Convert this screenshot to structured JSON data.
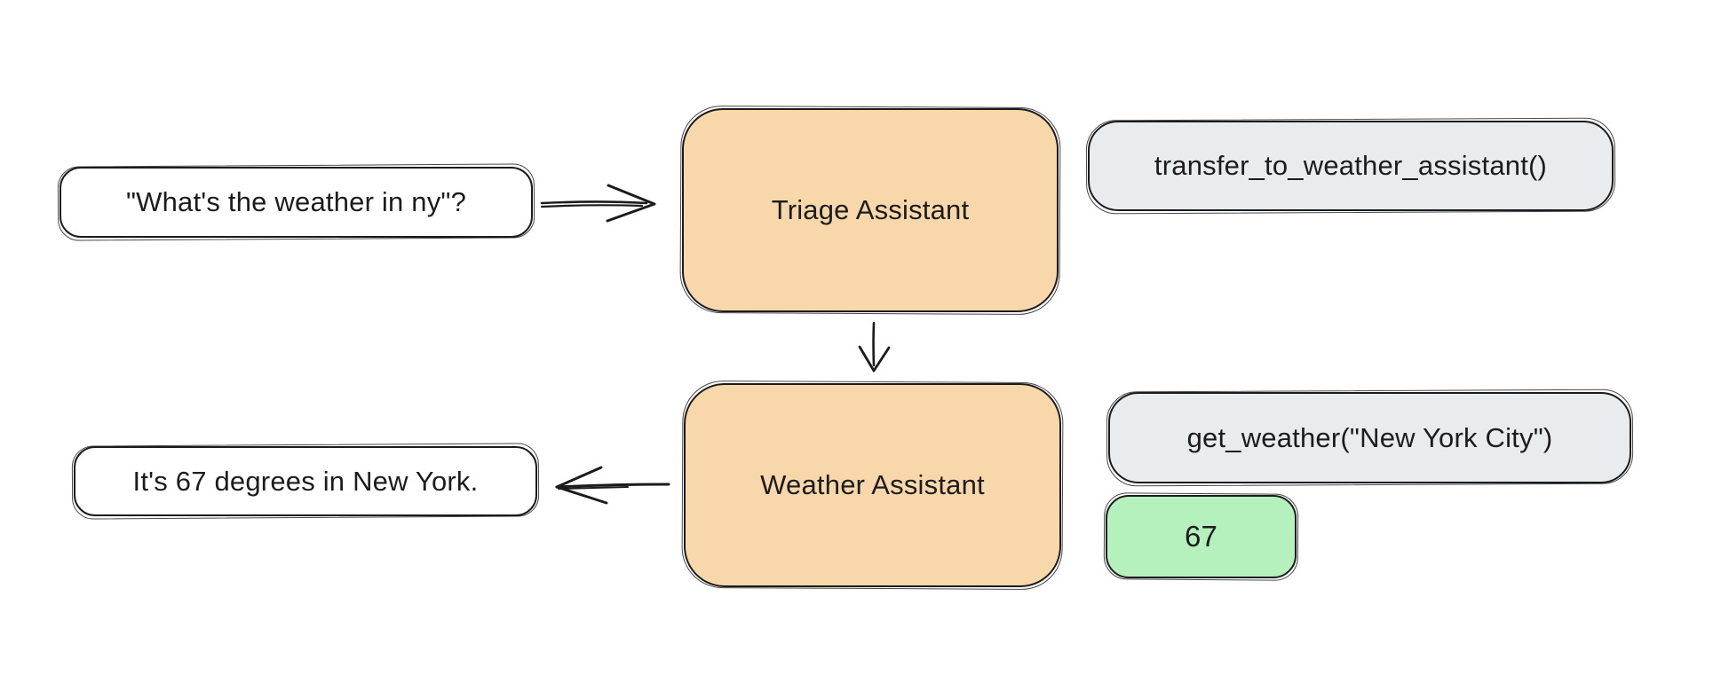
{
  "diagram": {
    "title": "agent-handoff-flow",
    "colors": {
      "agent_fill": "#f8d8aa",
      "tool_fill": "#e9ecef",
      "result_fill": "#b5f1bd",
      "message_fill": "#ffffff",
      "stroke": "#1b1b1b",
      "text_color": "#1c1c1c"
    },
    "nodes": {
      "user_query": {
        "label": "\"What's the weather in ny\"?",
        "type": "message"
      },
      "triage_agent": {
        "label": "Triage Assistant",
        "type": "agent"
      },
      "transfer_call": {
        "label": "transfer_to_weather_assistant()",
        "type": "tool-call"
      },
      "weather_agent": {
        "label": "Weather Assistant",
        "type": "agent"
      },
      "get_weather_call": {
        "label": "get_weather(\"New York City\")",
        "type": "tool-call"
      },
      "tool_result": {
        "label": "67",
        "type": "result"
      },
      "assistant_reply": {
        "label": "It's 67 degrees in New York.",
        "type": "message"
      }
    },
    "edges": [
      {
        "from": "user_query",
        "to": "triage_agent",
        "direction": "right"
      },
      {
        "from": "triage_agent",
        "to": "weather_agent",
        "direction": "down"
      },
      {
        "from": "weather_agent",
        "to": "assistant_reply",
        "direction": "left"
      }
    ]
  }
}
